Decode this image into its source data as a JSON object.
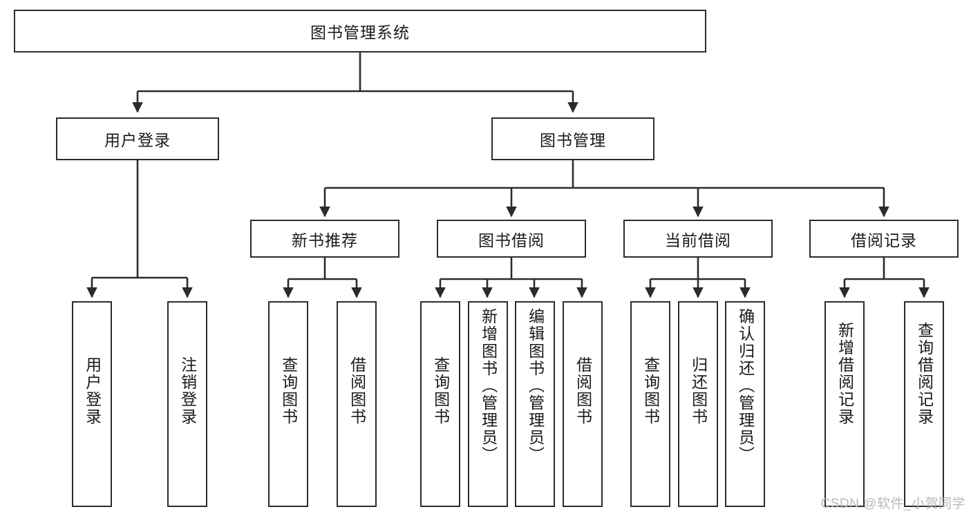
{
  "diagram": {
    "type": "tree-hierarchy-chart",
    "title": "图书管理系统",
    "orientation": "top-down",
    "root": {
      "label": "图书管理系统"
    },
    "level2": [
      {
        "id": "user-login",
        "label": "用户登录"
      },
      {
        "id": "book-management",
        "label": "图书管理"
      }
    ],
    "level3": [
      {
        "id": "new-book-recommend",
        "label": "新书推荐",
        "parent": "book-management"
      },
      {
        "id": "book-borrow",
        "label": "图书借阅",
        "parent": "book-management"
      },
      {
        "id": "current-borrow",
        "label": "当前借阅",
        "parent": "book-management"
      },
      {
        "id": "borrow-record",
        "label": "借阅记录",
        "parent": "book-management"
      }
    ],
    "leaves": {
      "user_login": [
        {
          "id": "leaf-user-login",
          "label": "用户登录"
        },
        {
          "id": "leaf-logout-login",
          "label": "注销登录"
        }
      ],
      "new_book_recommend": [
        {
          "id": "leaf-query-book-1",
          "label": "查询图书"
        },
        {
          "id": "leaf-borrow-book-1",
          "label": "借阅图书"
        }
      ],
      "book_borrow": [
        {
          "id": "leaf-query-book-2",
          "label": "查询图书"
        },
        {
          "id": "leaf-add-book",
          "label": "新增图书（管理员）"
        },
        {
          "id": "leaf-edit-book",
          "label": "编辑图书（管理员）"
        },
        {
          "id": "leaf-borrow-book-2",
          "label": "借阅图书"
        }
      ],
      "current_borrow": [
        {
          "id": "leaf-query-book-3",
          "label": "查询图书"
        },
        {
          "id": "leaf-return-book",
          "label": "归还图书"
        },
        {
          "id": "leaf-confirm-return",
          "label": "确认归还（管理员）"
        }
      ],
      "borrow_record": [
        {
          "id": "leaf-add-record",
          "label": "新增借阅记录"
        },
        {
          "id": "leaf-query-record",
          "label": "查询借阅记录"
        }
      ]
    },
    "colors": {
      "stroke": "#2b2b2b",
      "fill": "#ffffff",
      "text": "#1a1a1a",
      "watermark": "#b8b8b8"
    }
  },
  "watermark": {
    "text": "CSDN @软件_小贺同学"
  }
}
